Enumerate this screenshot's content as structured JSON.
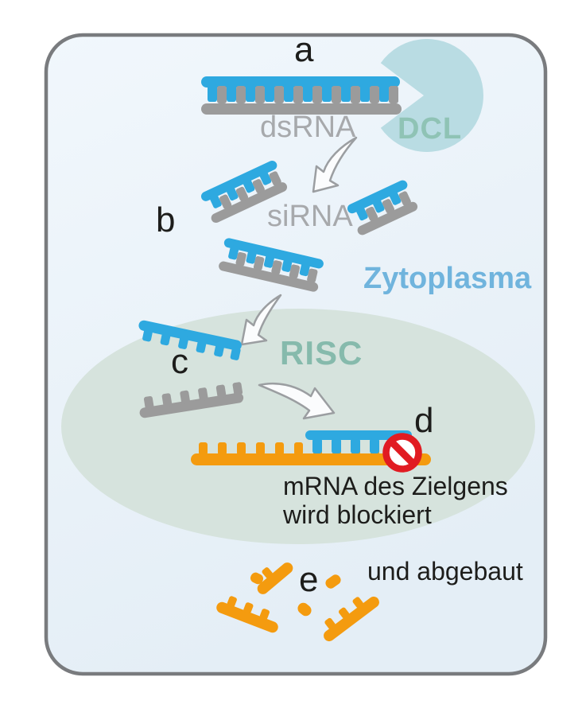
{
  "labels": {
    "a": "a",
    "b": "b",
    "c": "c",
    "d": "d",
    "e": "e"
  },
  "annotations": {
    "dsrna": "dsRNA",
    "dcl": "DCL",
    "sirna": "siRNA",
    "zytoplasma": "Zytoplasma",
    "risc": "RISC",
    "mrna_caption_line1": "mRNA des Zielgens",
    "mrna_caption_line2": "wird blockiert",
    "degraded": "und abgebaut"
  },
  "colors": {
    "sense_strand_blue": "#2ea9e0",
    "antisense_strand_gray": "#9b9b9b",
    "mrna_orange": "#f49b0f",
    "blocked_sign_red": "#e11b22",
    "dcl_enzyme_fill": "#b9dce3",
    "dcl_text": "#8fc3b5",
    "risc_fill": "#d6e3dd",
    "risc_text": "#86baac",
    "zytoplasma_text": "#70b4dd",
    "annotation_gray": "#a7a9ac",
    "caption_black": "#1d1d1b",
    "cell_border": "#797b7e",
    "cell_fill_top": "#f1f7fc",
    "cell_fill_bottom": "#e4eef6"
  }
}
